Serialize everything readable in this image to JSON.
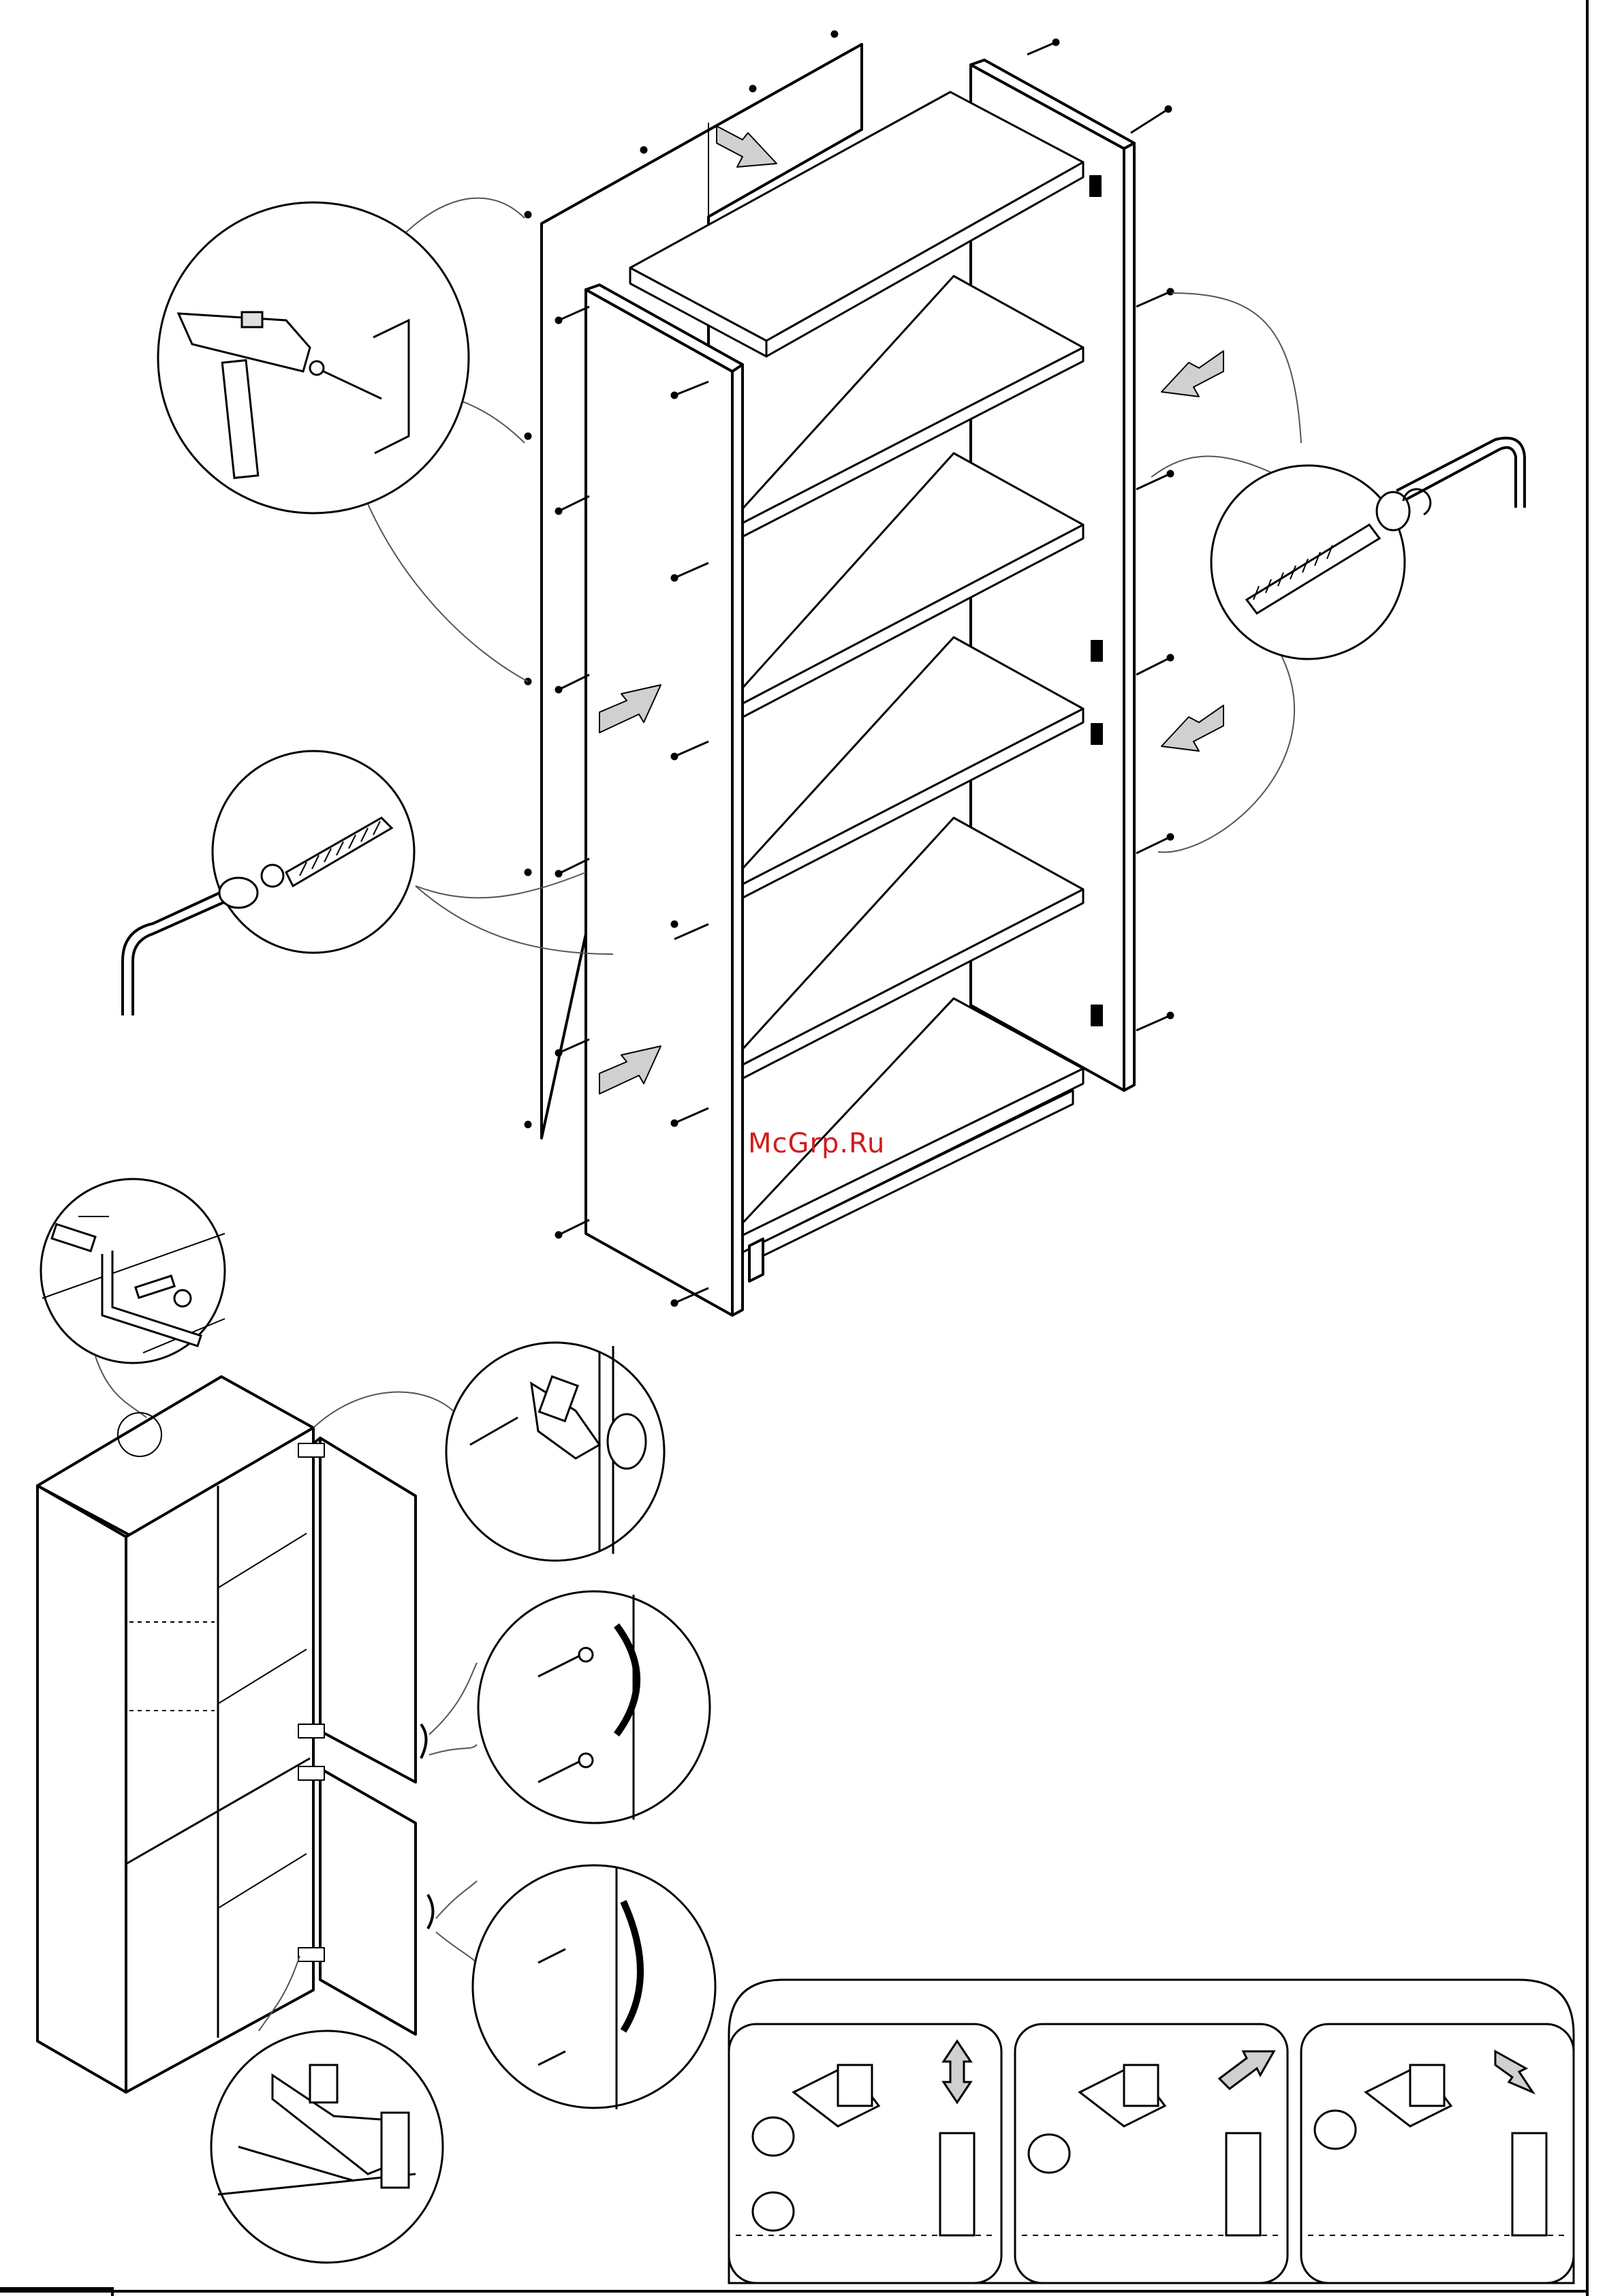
{
  "watermark": {
    "text": "McGrp.Ru",
    "color": "#d21b1b"
  },
  "colors": {
    "line": "#000000",
    "arrow_fill": "#d0d0d0",
    "panel": "#ffffff",
    "leader": "#555555"
  },
  "icons": {
    "hammer": "hammer-icon",
    "allen_key": "allen-key-icon",
    "screw": "screw-icon",
    "hinge": "hinge-icon",
    "handle": "door-handle-icon",
    "rotate": "rotate-arrow-icon",
    "direction": "direction-arrow-icon"
  },
  "adjustment_steps": [
    {
      "id": "vertical",
      "direction": "up-down"
    },
    {
      "id": "depth",
      "direction": "in-out"
    },
    {
      "id": "lateral",
      "direction": "left-right"
    }
  ]
}
